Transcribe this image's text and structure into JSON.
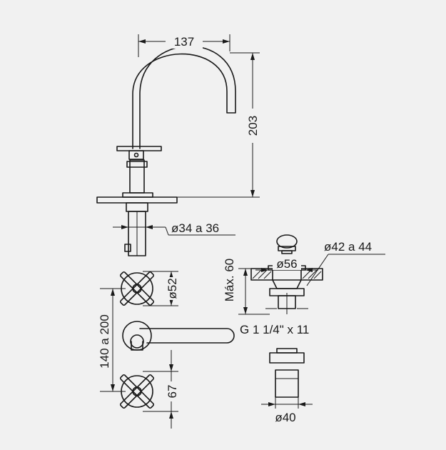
{
  "diagram": {
    "background": "#f1f1f1",
    "line_color": "#1a1a1a",
    "dimensions": {
      "spout_width": "137",
      "spout_height": "203",
      "deck_hole": "ø34 a 36",
      "handle_diameter": "ø52",
      "center_distance": "140 a 200",
      "handle_offset": "67",
      "drain_max_thickness": "Máx. 60",
      "drain_flange": "ø56",
      "drain_hole": "ø42 a 44",
      "drain_thread": "G 1 1/4\" x 11",
      "drain_body": "ø40"
    }
  }
}
